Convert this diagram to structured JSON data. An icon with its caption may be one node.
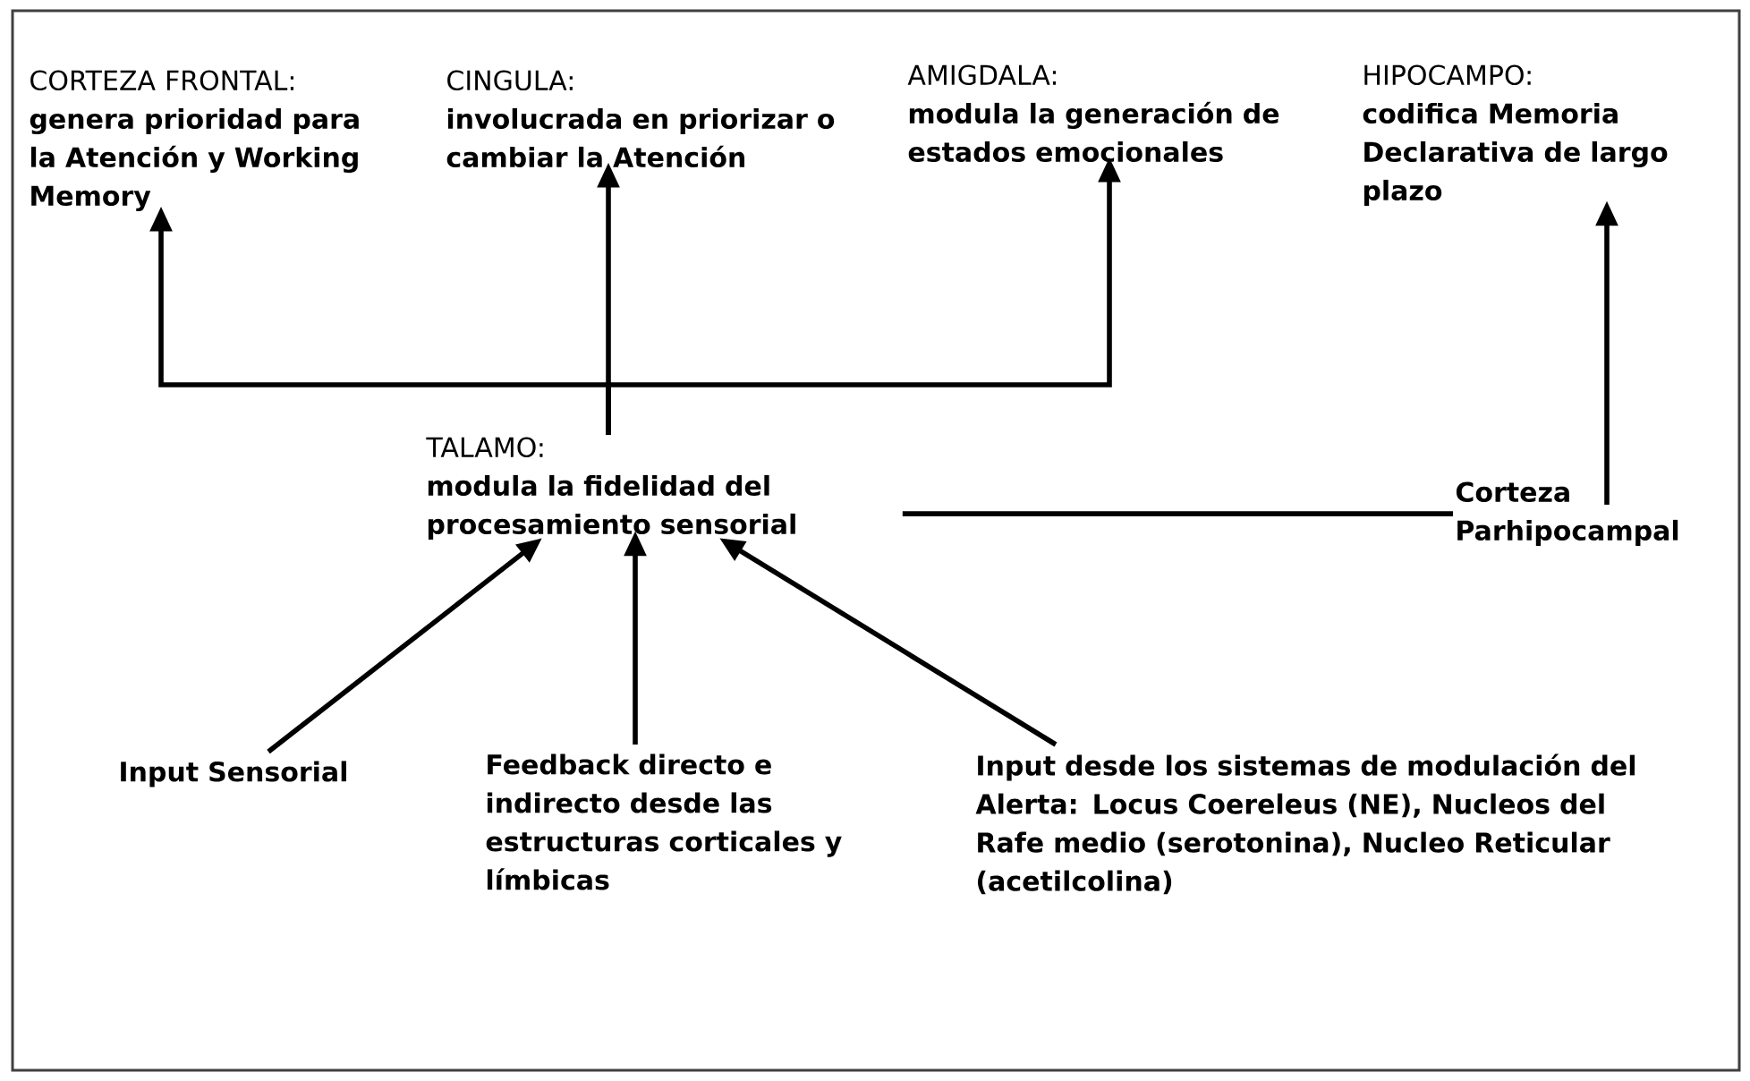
{
  "diagram": {
    "nodes": [
      {
        "text": [
          "CORTEZA FRONTAL:",
          "genera prioridad para la Atención y Working Memory"
        ]
      },
      {
        "text": [
          "CINGULA:",
          "involucrada en priorizar o  cambiar la Atención"
        ]
      },
      {
        "text": [
          "AMIGDALA:",
          "modula la generación de estados emocionales"
        ]
      },
      {
        "text": [
          "HIPOCAMPO:",
          "codifica Memoria Declarativa de largo plazo"
        ]
      },
      {
        "text": [
          "TALAMO:",
          "modula la fidelidad del procesamiento sensorial"
        ]
      },
      {
        "text": [
          "Corteza Parhipocampal"
        ]
      },
      {
        "text": [
          "Input Sensorial"
        ]
      },
      {
        "text": [
          "Feedback directo e indirecto desde las estructuras corticales y límbicas"
        ]
      },
      {
        "text": [
          "Input desde los sistemas de modulación del Alerta: Locus Coereleus (NE), Nucleos del Rafe medio (serotonina), Nucleo Reticular (acetilcolina)"
        ]
      }
    ],
    "edges": [
      {
        "from": 4,
        "to": 0,
        "arrow": "to"
      },
      {
        "from": 4,
        "to": 1,
        "arrow": "to"
      },
      {
        "from": 4,
        "to": 2,
        "arrow": "to"
      },
      {
        "from": 4,
        "to": 5,
        "arrow": "none"
      },
      {
        "from": 5,
        "to": 3,
        "arrow": "to"
      },
      {
        "from": 6,
        "to": 4,
        "arrow": "to"
      },
      {
        "from": 7,
        "to": 4,
        "arrow": "to"
      },
      {
        "from": 8,
        "to": 4,
        "arrow": "to"
      }
    ]
  }
}
